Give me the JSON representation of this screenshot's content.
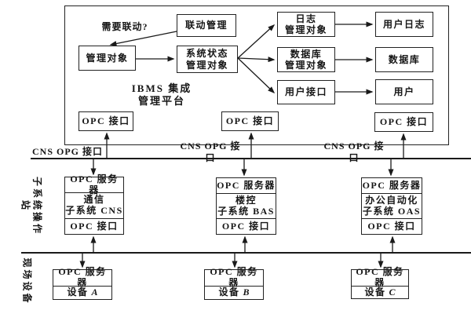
{
  "platform": {
    "title": "IBMS 集成\n管理平台",
    "question": "需要联动?",
    "linkage": "联动管理",
    "mgmt_object": "管理对象",
    "sys_status": "系统状态\n管理对象",
    "log_mgmt": "日志\n管理对象",
    "db_mgmt": "数据库\n管理对象",
    "user_interface": "用户接口",
    "user_log": "用户日志",
    "database": "数据库",
    "user": "用户",
    "opc_interface_1": "OPC 接口",
    "opc_interface_2": "OPC 接口",
    "opc_interface_3": "OPC 接口"
  },
  "bus_labels": {
    "cns1": "CNS OPG 接口",
    "cns2": "CNS OPG 接口",
    "cns3": "CNS OPG 接口"
  },
  "tier_labels": {
    "subsystem": "子系统操作站",
    "field": "现场设备"
  },
  "subsystems": [
    {
      "server": "OPC 服务器",
      "name": "通信\n子系统 CNS",
      "interface": "OPC 接口"
    },
    {
      "server": "OPC 服务器",
      "name": "楼控\n子系统 BAS",
      "interface": "OPC 接口"
    },
    {
      "server": "OPC 服务器",
      "name": "办公自动化\n子系统 OAS",
      "interface": "OPC 接口"
    }
  ],
  "devices": [
    {
      "server": "OPC 服务器",
      "label": "设备",
      "letter": "A"
    },
    {
      "server": "OPC 服务器",
      "label": "设备",
      "letter": "B"
    },
    {
      "server": "OPC 服务器",
      "label": "设备",
      "letter": "C"
    }
  ],
  "colors": {
    "line": "#1a1a1a",
    "text": "#161616",
    "background": "#ffffff"
  }
}
